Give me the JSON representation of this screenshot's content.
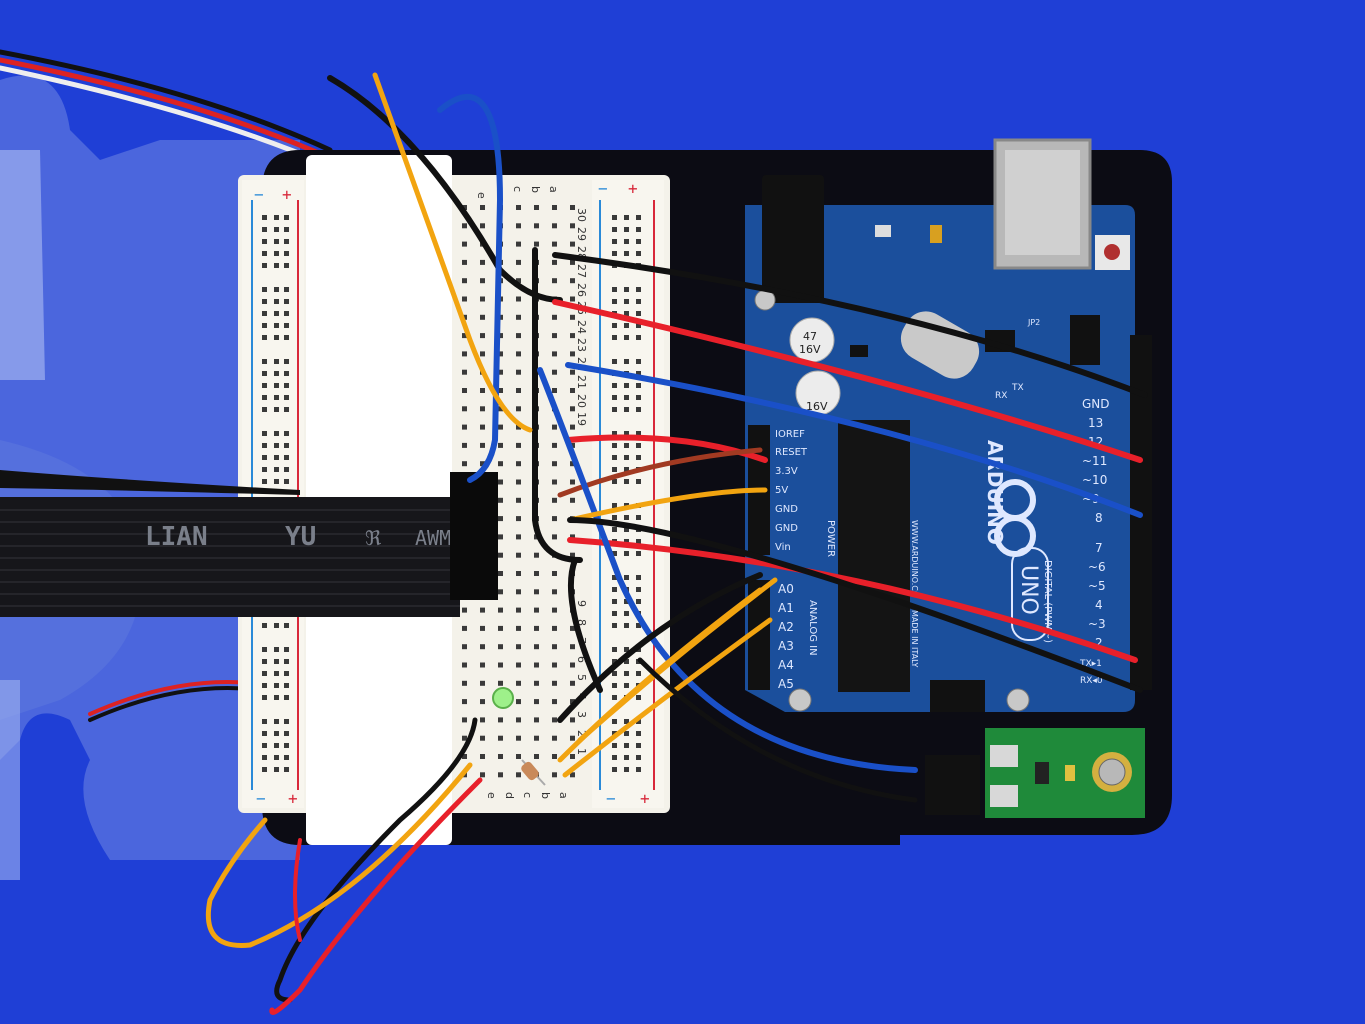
{
  "colors": {
    "background": "#1f3fd6",
    "mount_plate": "#0c0c14",
    "arduino_pcb": "#1b4f9c",
    "breadboard": "#f4f2ea",
    "sensor_pcb": "#1f8a3a",
    "wire_red": "#e8202a",
    "wire_blue": "#1a50c8",
    "wire_black": "#111111",
    "wire_orange": "#f2a410",
    "rail_red": "#d8283a",
    "rail_blue": "#2a8ad8"
  },
  "ribbon_cable": {
    "print": [
      "LIAN",
      "YU",
      "ℜ",
      "AWM"
    ]
  },
  "breadboard": {
    "column_letters_top": [
      "a",
      "b",
      "c",
      "e"
    ],
    "column_letters_bottom": [
      "a",
      "b",
      "c",
      "d",
      "e"
    ],
    "row_numbers": [
      "30",
      "29",
      "28",
      "27",
      "26",
      "25",
      "24",
      "23",
      "22",
      "21",
      "20",
      "19",
      "9",
      "8",
      "7",
      "6",
      "5",
      "4",
      "3",
      "2",
      "1"
    ],
    "rail_signs": [
      "+",
      "−"
    ]
  },
  "arduino": {
    "logo_text": "ARDUINO",
    "model": "UNO",
    "cap_label_1": [
      "47",
      "16V"
    ],
    "cap_label_2": [
      "16V"
    ],
    "power_header_title": "POWER",
    "power_pins": [
      "IOREF",
      "RESET",
      "3.3V",
      "5V",
      "GND",
      "GND",
      "Vin"
    ],
    "analog_header_title": "ANALOG IN",
    "analog_pins": [
      "A0",
      "A1",
      "A2",
      "A3",
      "A4",
      "A5"
    ],
    "digital_title": "DIGITAL (PWM~)",
    "digital_pins": [
      "GND",
      "13",
      "12",
      "~11",
      "~10",
      "~9",
      "8",
      "7",
      "~6",
      "~5",
      "4",
      "~3",
      "2",
      "TX▸1",
      "RX◂0"
    ],
    "silk_web": "WWW.ARDUINO.CC",
    "silk_made": "MADE IN ITALY",
    "tx_label": "TX",
    "rx_label": "RX",
    "jp_label": "JP2"
  }
}
